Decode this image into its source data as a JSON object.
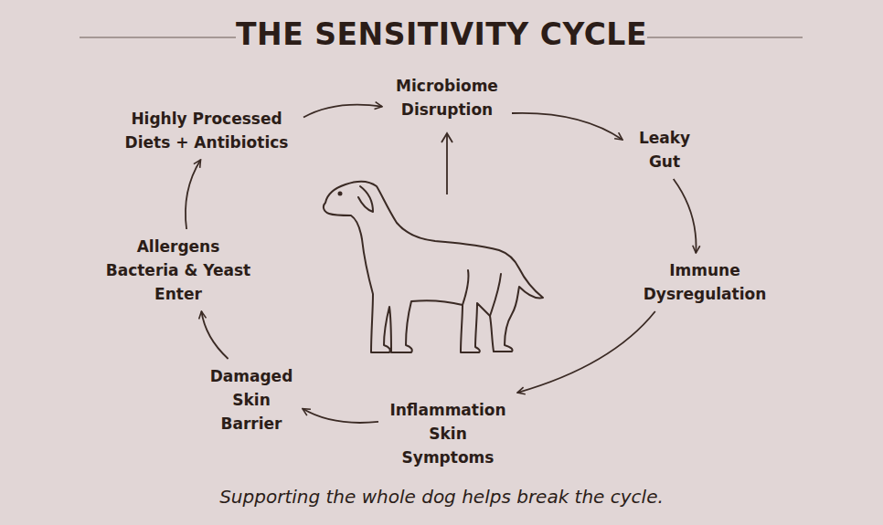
{
  "diagram": {
    "title": "THE SENSITIVITY CYCLE",
    "caption": "Supporting the whole dog helps break the cycle.",
    "nodes": [
      {
        "text": [
          "Highly Processed Diets + Antibiotics"
        ]
      },
      {
        "text": [
          "Microbiome Disruption"
        ]
      },
      {
        "text": [
          "Leaky Gut"
        ]
      },
      {
        "text": [
          "Immune Dysregulation"
        ]
      },
      {
        "text": [
          "Inflammation Skin Symptoms"
        ]
      },
      {
        "text": [
          "Damaged Skin Barrier"
        ]
      },
      {
        "text": [
          "Allergens Bacteria & Yeast Enter"
        ]
      }
    ],
    "edges": [
      {
        "from": 0,
        "to": 1,
        "arrow": "to"
      },
      {
        "from": 1,
        "to": 2,
        "arrow": "to"
      },
      {
        "from": 2,
        "to": 3,
        "arrow": "to"
      },
      {
        "from": 3,
        "to": 4,
        "arrow": "to"
      },
      {
        "from": 4,
        "to": 5,
        "arrow": "to"
      },
      {
        "from": 5,
        "to": 6,
        "arrow": "to"
      },
      {
        "from": 6,
        "to": 0,
        "arrow": "to"
      }
    ]
  }
}
